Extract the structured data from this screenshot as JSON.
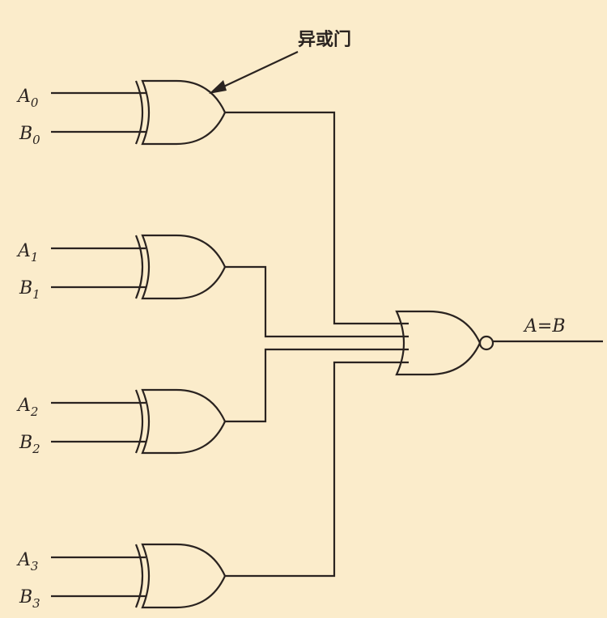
{
  "callout": {
    "label": "异或门"
  },
  "inputs": [
    {
      "a_letter": "A",
      "a_sub": "0",
      "b_letter": "B",
      "b_sub": "0"
    },
    {
      "a_letter": "A",
      "a_sub": "1",
      "b_letter": "B",
      "b_sub": "1"
    },
    {
      "a_letter": "A",
      "a_sub": "2",
      "b_letter": "B",
      "b_sub": "2"
    },
    {
      "a_letter": "A",
      "a_sub": "3",
      "b_letter": "B",
      "b_sub": "3"
    }
  ],
  "output": {
    "label": "A=B"
  },
  "colors": {
    "background": "#fbeccb",
    "ink": "#2a2320"
  }
}
